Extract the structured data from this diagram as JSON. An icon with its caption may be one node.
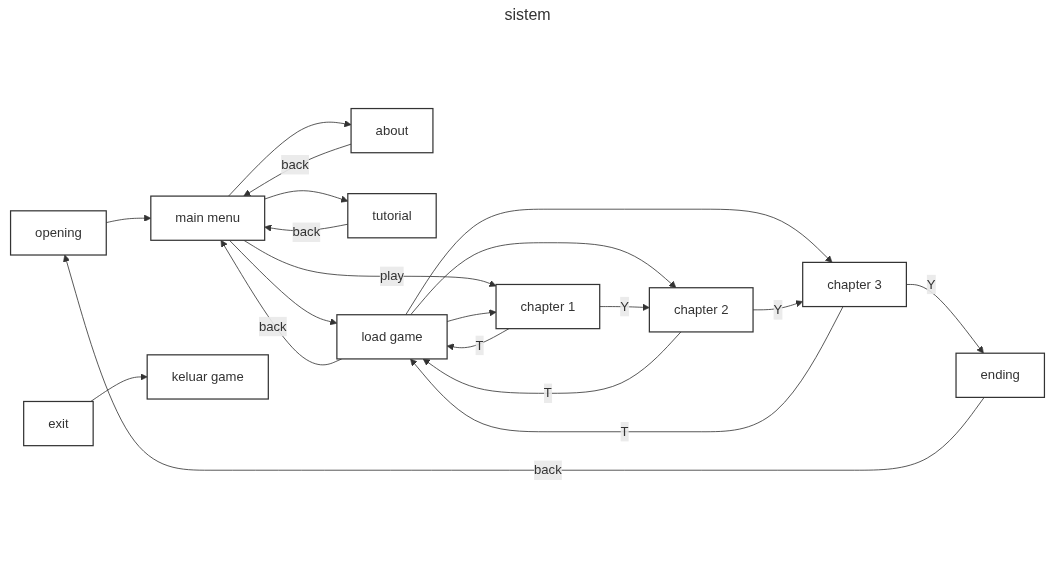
{
  "diagram": {
    "title": "sistem",
    "nodes": [
      {
        "text": [
          "opening"
        ]
      },
      {
        "text": [
          "chapter 1"
        ]
      },
      {
        "text": [
          "about"
        ]
      },
      {
        "text": [
          "main menu"
        ]
      },
      {
        "text": [
          "load game"
        ]
      },
      {
        "text": [
          "chapter 2"
        ]
      },
      {
        "text": [
          "tutorial"
        ]
      },
      {
        "text": [
          "chapter 3"
        ]
      },
      {
        "text": [
          "exit"
        ]
      },
      {
        "text": [
          "ending"
        ]
      },
      {
        "text": [
          "keluar game"
        ]
      }
    ],
    "edges": [
      {
        "from": 9,
        "to": 0,
        "arrow": "to",
        "label": "back"
      },
      {
        "from": 0,
        "to": 3,
        "arrow": "to"
      },
      {
        "from": 2,
        "to": 3,
        "arrow": "to",
        "label": "back"
      },
      {
        "from": 3,
        "to": 2,
        "arrow": "to"
      },
      {
        "from": 3,
        "to": 6,
        "arrow": "to"
      },
      {
        "from": 6,
        "to": 3,
        "arrow": "to",
        "label": "back"
      },
      {
        "from": 3,
        "to": 4,
        "arrow": "to"
      },
      {
        "from": 3,
        "to": 1,
        "arrow": "to",
        "label": "play"
      },
      {
        "from": 4,
        "to": 3,
        "arrow": "to",
        "label": "back"
      },
      {
        "from": 4,
        "to": 1,
        "arrow": "to"
      },
      {
        "from": 1,
        "to": 4,
        "arrow": "to",
        "label": "T"
      },
      {
        "from": 4,
        "to": 5,
        "arrow": "to"
      },
      {
        "from": 5,
        "to": 4,
        "arrow": "to",
        "label": "T"
      },
      {
        "from": 4,
        "to": 7,
        "arrow": "to"
      },
      {
        "from": 7,
        "to": 4,
        "arrow": "to",
        "label": "T"
      },
      {
        "from": 1,
        "to": 5,
        "arrow": "to",
        "label": "Y"
      },
      {
        "from": 5,
        "to": 7,
        "arrow": "to",
        "label": "Y"
      },
      {
        "from": 7,
        "to": 9,
        "arrow": "to",
        "label": "Y"
      },
      {
        "from": 8,
        "to": 10,
        "arrow": "to"
      }
    ]
  }
}
